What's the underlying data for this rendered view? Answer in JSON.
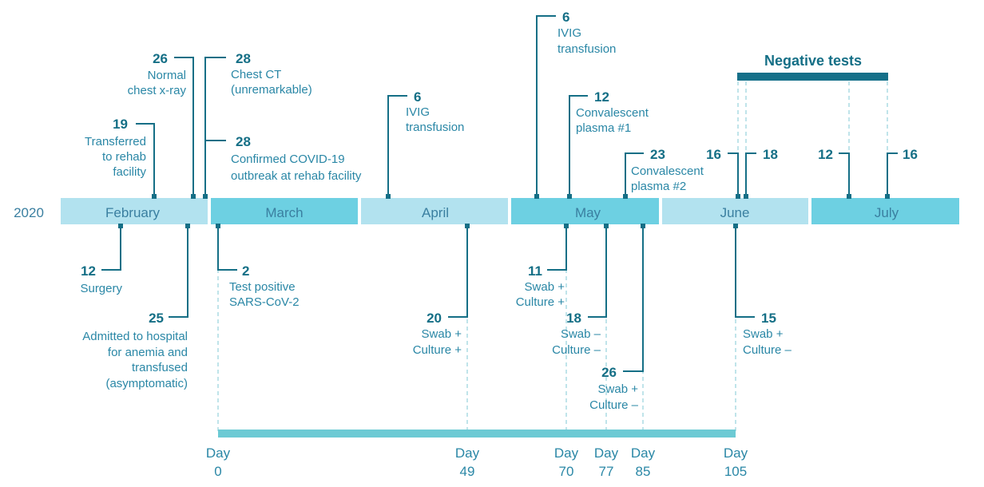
{
  "year": "2020",
  "months": [
    {
      "key": "feb",
      "label": "February",
      "shade": "light"
    },
    {
      "key": "mar",
      "label": "March",
      "shade": "dark"
    },
    {
      "key": "apr",
      "label": "April",
      "shade": "light"
    },
    {
      "key": "may",
      "label": "May",
      "shade": "dark"
    },
    {
      "key": "jun",
      "label": "June",
      "shade": "light"
    },
    {
      "key": "jul",
      "label": "July",
      "shade": "dark"
    }
  ],
  "events_above": [
    {
      "id": "feb19",
      "day": "19",
      "lines": [
        "Transferred",
        "to rehab",
        "facility"
      ]
    },
    {
      "id": "feb26",
      "day": "26",
      "lines": [
        "Normal",
        "chest x-ray"
      ]
    },
    {
      "id": "feb28ct",
      "day": "28",
      "lines": [
        "Chest CT",
        "(unremarkable)"
      ]
    },
    {
      "id": "feb28outbreak",
      "day": "28",
      "lines": [
        "Confirmed COVID-19",
        "outbreak at rehab facility"
      ]
    },
    {
      "id": "apr6",
      "day": "6",
      "lines": [
        "IVIG",
        "transfusion"
      ]
    },
    {
      "id": "may6",
      "day": "6",
      "lines": [
        "IVIG",
        "transfusion"
      ]
    },
    {
      "id": "may12",
      "day": "12",
      "lines": [
        "Convalescent",
        "plasma #1"
      ]
    },
    {
      "id": "may23",
      "day": "23",
      "lines": [
        "Convalescent",
        "plasma #2"
      ]
    },
    {
      "id": "jun16",
      "day": "16",
      "lines": []
    },
    {
      "id": "jun18",
      "day": "18",
      "lines": []
    },
    {
      "id": "jul12",
      "day": "12",
      "lines": []
    },
    {
      "id": "jul16",
      "day": "16",
      "lines": []
    }
  ],
  "negative_tests_label": "Negative tests",
  "events_below": [
    {
      "id": "feb12",
      "day": "12",
      "lines": [
        "Surgery"
      ]
    },
    {
      "id": "feb25",
      "day": "25",
      "lines": [
        "Admitted to hospital",
        "for anemia and",
        "transfused",
        "(asymptomatic)"
      ]
    },
    {
      "id": "mar2",
      "day": "2",
      "lines": [
        "Test positive",
        "SARS-CoV-2"
      ]
    },
    {
      "id": "apr20",
      "day": "20",
      "lines": [
        "Swab +",
        "Culture +"
      ]
    },
    {
      "id": "may11",
      "day": "11",
      "lines": [
        "Swab +",
        "Culture +"
      ]
    },
    {
      "id": "may18",
      "day": "18",
      "lines": [
        "Swab –",
        "Culture –"
      ]
    },
    {
      "id": "may26",
      "day": "26",
      "lines": [
        "Swab +",
        "Culture –"
      ]
    },
    {
      "id": "jun15",
      "day": "15",
      "lines": [
        "Swab +",
        "Culture –"
      ]
    }
  ],
  "day_markers": [
    {
      "id": "d0",
      "word": "Day",
      "value": "0"
    },
    {
      "id": "d49",
      "word": "Day",
      "value": "49"
    },
    {
      "id": "d70",
      "word": "Day",
      "value": "70"
    },
    {
      "id": "d77",
      "word": "Day",
      "value": "77"
    },
    {
      "id": "d85",
      "word": "Day",
      "value": "85"
    },
    {
      "id": "d105",
      "word": "Day",
      "value": "105"
    }
  ],
  "colors": {
    "month_light": "#b2e2ef",
    "month_dark": "#6dd0e2",
    "leader": "#156f86",
    "number": "#156f86",
    "label": "#2a87a6",
    "day_bar": "#6ccad4",
    "negative_bar": "#157089",
    "dashed": "#9fd6de"
  }
}
